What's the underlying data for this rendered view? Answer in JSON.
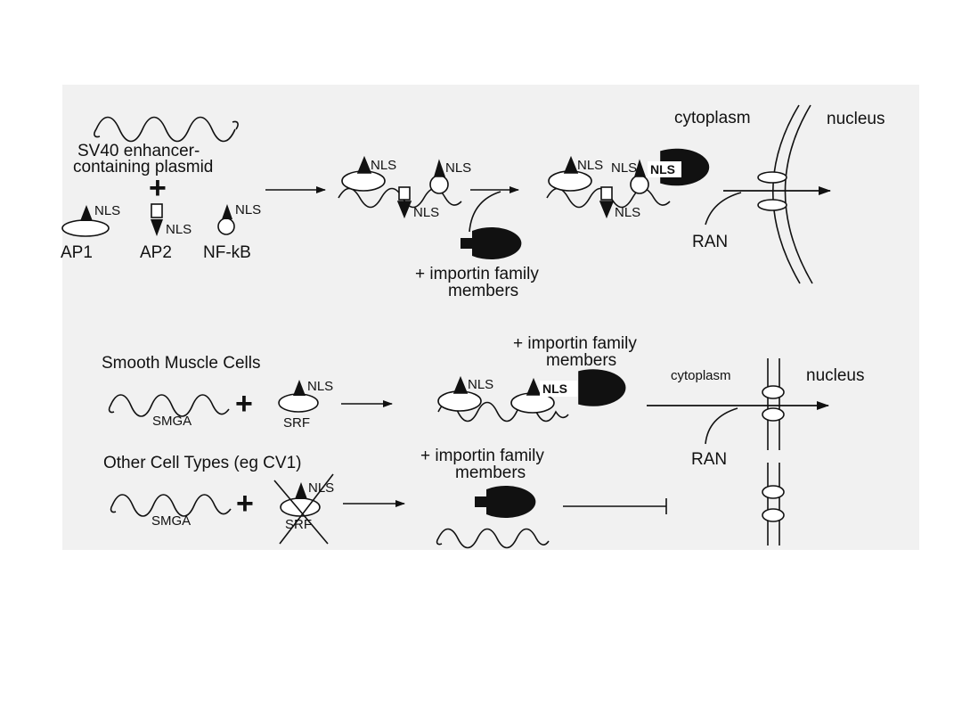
{
  "top": {
    "plasmid_label_line1": "SV40 enhancer-",
    "plasmid_label_line2": "containing plasmid",
    "plus": "+",
    "nls": "NLS",
    "factors": [
      "AP1",
      "AP2",
      "NF-kB"
    ],
    "importin_line1": "+ importin family",
    "importin_line2": "members",
    "cytoplasm": "cytoplasm",
    "nucleus": "nucleus",
    "ran": "RAN"
  },
  "bottom": {
    "smooth_heading": "Smooth Muscle Cells",
    "other_heading": "Other Cell Types (eg CV1)",
    "smga": "SMGA",
    "srf": "SRF",
    "plus": "+",
    "nls": "NLS",
    "importin_line1": "+ importin family",
    "importin_line2": "members",
    "cytoplasm": "cytoplasm",
    "nucleus": "nucleus",
    "ran": "RAN"
  }
}
